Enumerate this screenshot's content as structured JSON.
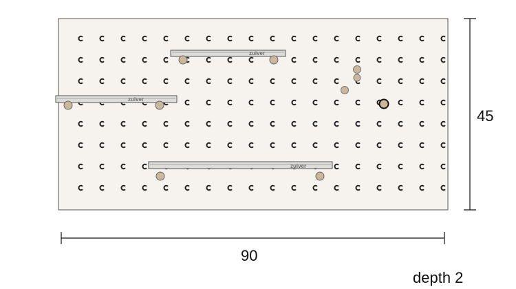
{
  "product": {
    "board_color": "#f6f3ee",
    "shelf_color": "#dcdcd8",
    "peg_color": "#cbb89a",
    "hole_color": "#222222",
    "board_holes": {
      "columns": 18,
      "rows": 8
    },
    "shelves": [
      {
        "name": "top-shelf",
        "brand_label": "zuiver"
      },
      {
        "name": "left-shelf",
        "brand_label": "zuiver"
      },
      {
        "name": "bottom-shelf",
        "brand_label": "zuiver"
      }
    ]
  },
  "dimensions": {
    "width_label": "90",
    "height_label": "45",
    "depth_label": "depth 2"
  }
}
